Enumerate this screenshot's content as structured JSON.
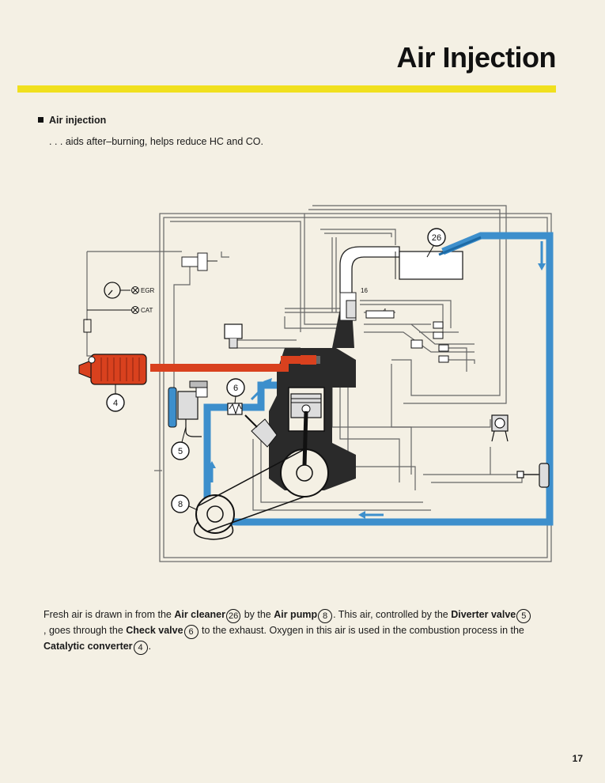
{
  "page": {
    "title": "Air Injection",
    "section_heading": "Air injection",
    "section_subtitle": ". . . aids after–burning, helps reduce HC and CO.",
    "page_number": "17",
    "accent_color": "#f0e01e"
  },
  "diagram": {
    "labels": {
      "egr": "EGR",
      "cat": "CAT",
      "small_16": "16",
      "small_4": "4"
    },
    "callouts": {
      "air_cleaner": "26",
      "air_pump": "8",
      "diverter_valve": "5",
      "check_valve": "6",
      "catalytic_converter": "4"
    },
    "colors": {
      "fresh_air": "#3d8fcc",
      "exhaust": "#d9411e",
      "line": "#555555"
    }
  },
  "caption": {
    "t1": "Fresh air is drawn in from the ",
    "b1": "Air cleaner",
    "n1": "26",
    "t2": " by the ",
    "b2": "Air pump",
    "n2": "8",
    "t3": ". This air, controlled by the ",
    "b3": "Diverter valve",
    "n3": "5",
    "t4": ", goes through the ",
    "b4": "Check valve",
    "n4": "6",
    "t5": " to the exhaust. Oxygen in this air is used in the combustion process in the ",
    "b5": "Catalytic converter",
    "n5": "4",
    "t6": "."
  }
}
